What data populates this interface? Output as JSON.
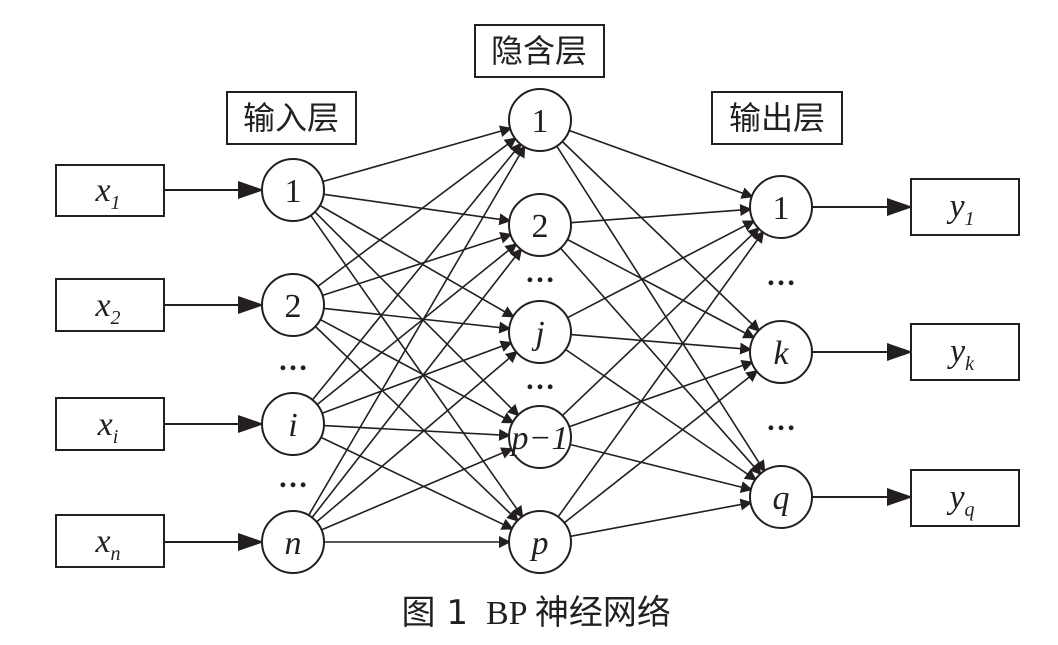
{
  "layers": {
    "input_label": "输入层",
    "hidden_label": "隐含层",
    "output_label": "输出层"
  },
  "inputs": [
    {
      "var": "x",
      "sub": "1"
    },
    {
      "var": "x",
      "sub": "2"
    },
    {
      "var": "x",
      "sub": "i"
    },
    {
      "var": "x",
      "sub": "n"
    }
  ],
  "input_nodes": [
    "1",
    "2",
    "i",
    "n"
  ],
  "hidden_nodes": [
    "1",
    "2",
    "j",
    "p−1",
    "p"
  ],
  "output_nodes": [
    "1",
    "k",
    "q"
  ],
  "outputs": [
    {
      "var": "y",
      "sub": "1"
    },
    {
      "var": "y",
      "sub": "k"
    },
    {
      "var": "y",
      "sub": "q"
    }
  ],
  "ellipsis": "…",
  "caption": {
    "figure": "图 1",
    "title": "BP 神经网络"
  }
}
